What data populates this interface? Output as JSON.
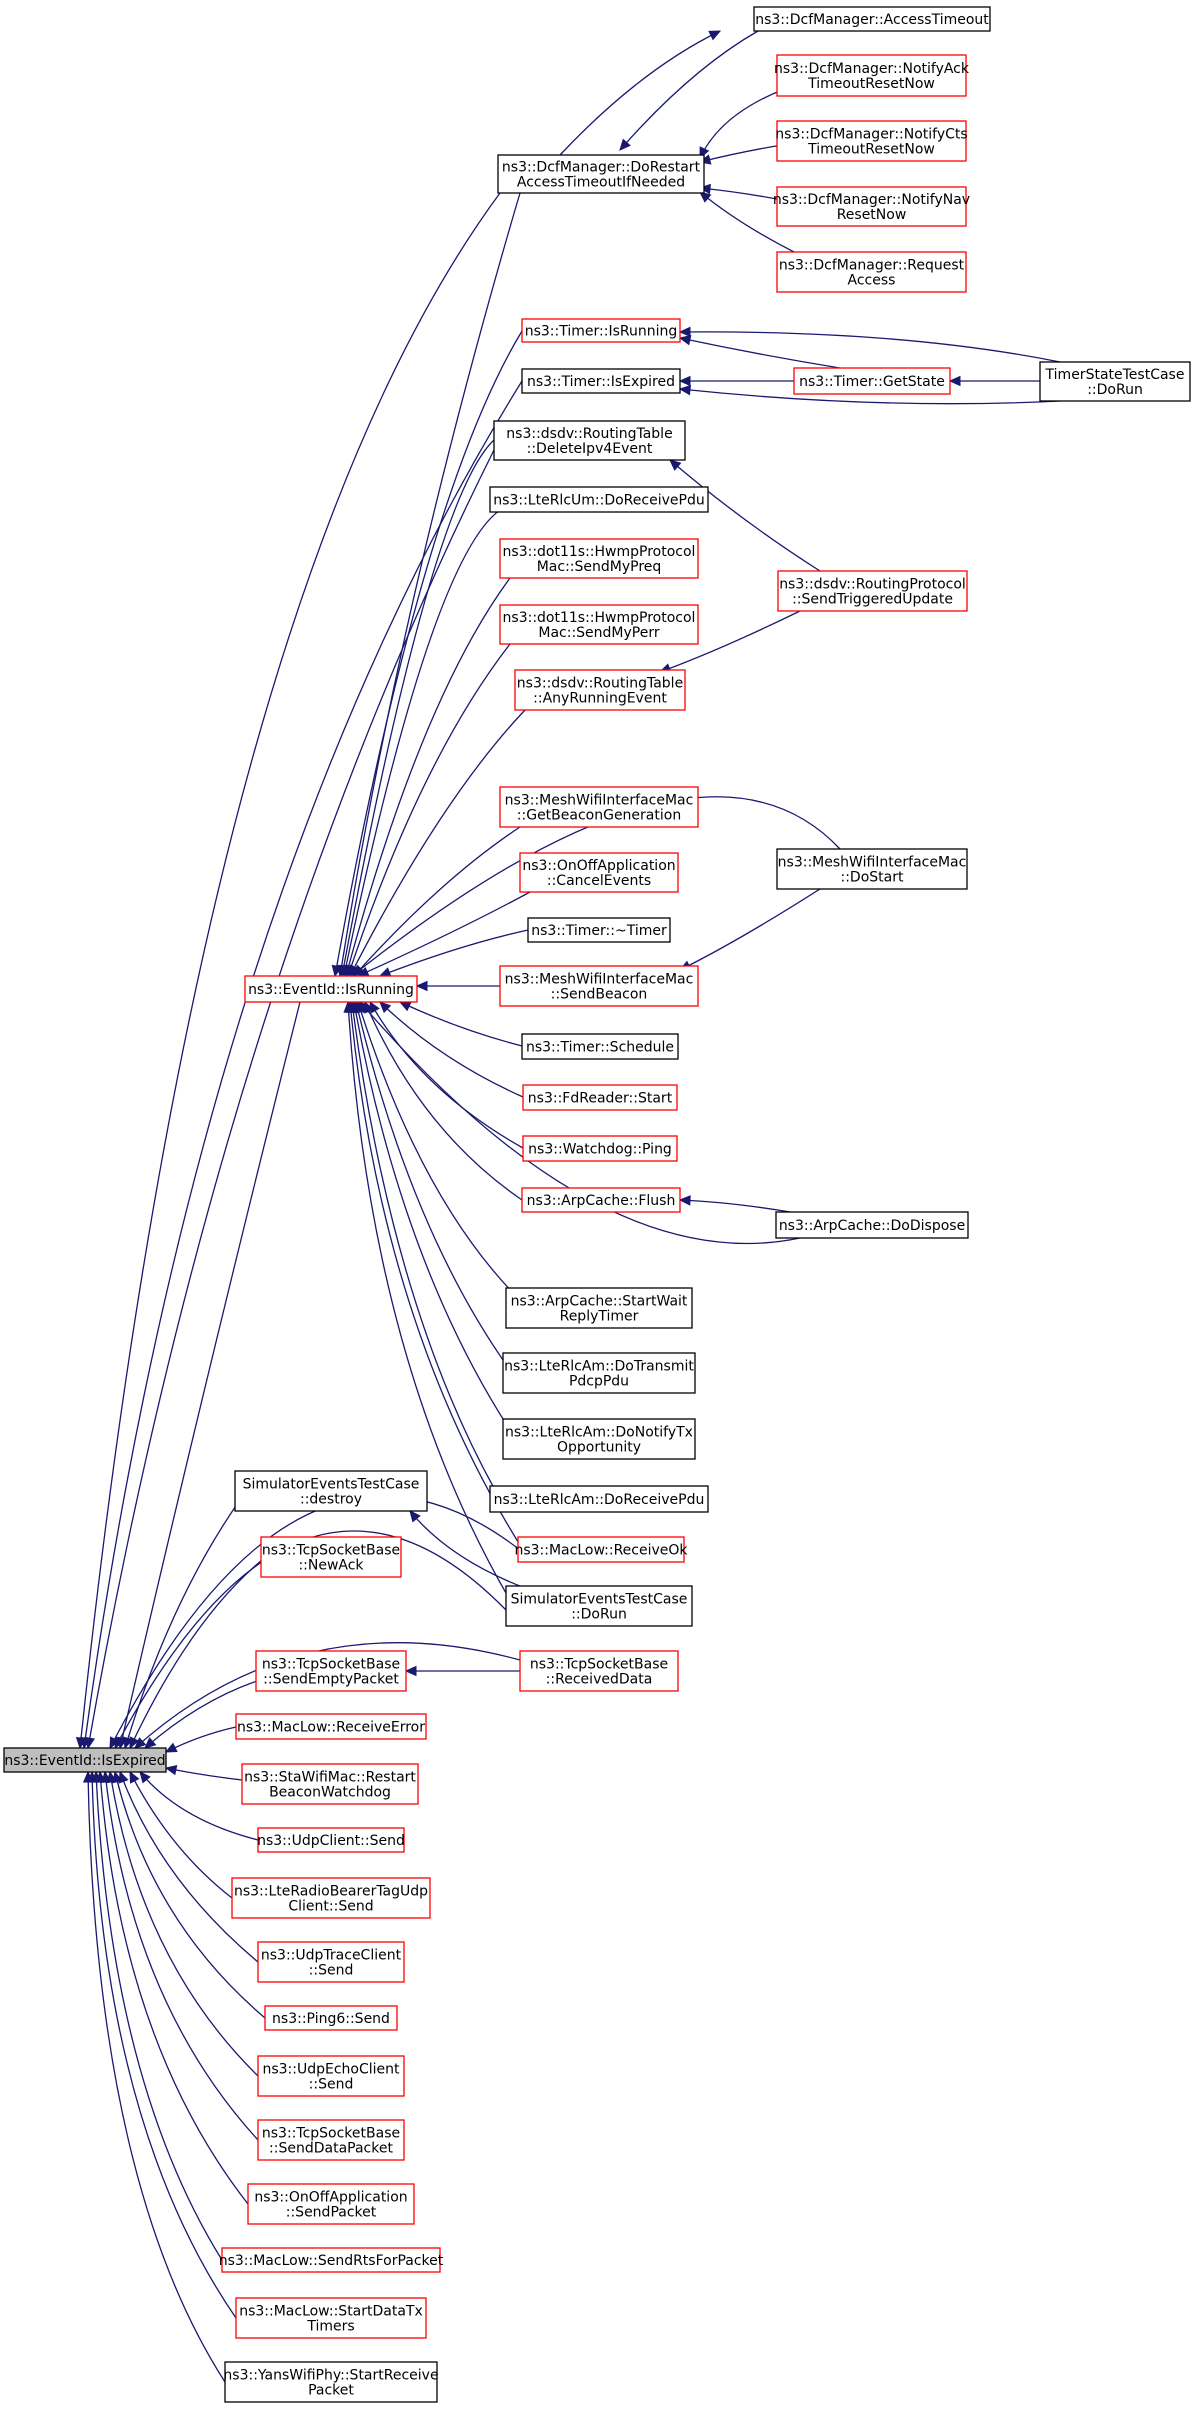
{
  "colors": {
    "background": "#ffffff",
    "edge": "#191970",
    "node_border_black": "#000000",
    "node_border_red": "#ff0000",
    "node_fill_selected": "#bfbfbf",
    "text": "#000000"
  },
  "nodes": [
    {
      "id": "root",
      "lines": [
        "ns3::EventId::IsExpired"
      ],
      "style": "selected"
    },
    {
      "id": "running",
      "lines": [
        "ns3::EventId::IsRunning"
      ],
      "style": "red"
    },
    {
      "id": "dcf_restart",
      "lines": [
        "ns3::DcfManager::DoRestart",
        "AccessTimeoutIfNeeded"
      ],
      "style": "black"
    },
    {
      "id": "dcf_timeout",
      "lines": [
        "ns3::DcfManager::AccessTimeout"
      ],
      "style": "black"
    },
    {
      "id": "dcf_ack",
      "lines": [
        "ns3::DcfManager::NotifyAck",
        "TimeoutResetNow"
      ],
      "style": "red"
    },
    {
      "id": "dcf_cts",
      "lines": [
        "ns3::DcfManager::NotifyCts",
        "TimeoutResetNow"
      ],
      "style": "red"
    },
    {
      "id": "dcf_nav",
      "lines": [
        "ns3::DcfManager::NotifyNav",
        "ResetNow"
      ],
      "style": "red"
    },
    {
      "id": "dcf_req",
      "lines": [
        "ns3::DcfManager::Request",
        "Access"
      ],
      "style": "red"
    },
    {
      "id": "timer_isrunning",
      "lines": [
        "ns3::Timer::IsRunning"
      ],
      "style": "red"
    },
    {
      "id": "timer_isexpired",
      "lines": [
        "ns3::Timer::IsExpired"
      ],
      "style": "black"
    },
    {
      "id": "timer_getstate",
      "lines": [
        "ns3::Timer::GetState"
      ],
      "style": "red"
    },
    {
      "id": "timerstate_dorun",
      "lines": [
        "TimerStateTestCase",
        "::DoRun"
      ],
      "style": "black"
    },
    {
      "id": "dsdv_delete",
      "lines": [
        "ns3::dsdv::RoutingTable",
        "::DeleteIpv4Event"
      ],
      "style": "black"
    },
    {
      "id": "ltercum_recv",
      "lines": [
        "ns3::LteRlcUm::DoReceivePdu"
      ],
      "style": "black"
    },
    {
      "id": "hwmp_preq",
      "lines": [
        "ns3::dot11s::HwmpProtocol",
        "Mac::SendMyPreq"
      ],
      "style": "red"
    },
    {
      "id": "hwmp_perr",
      "lines": [
        "ns3::dot11s::HwmpProtocol",
        "Mac::SendMyPerr"
      ],
      "style": "red"
    },
    {
      "id": "dsdv_trig",
      "lines": [
        "ns3::dsdv::RoutingProtocol",
        "::SendTriggeredUpdate"
      ],
      "style": "red"
    },
    {
      "id": "dsdv_any",
      "lines": [
        "ns3::dsdv::RoutingTable",
        "::AnyRunningEvent"
      ],
      "style": "red"
    },
    {
      "id": "mesh_beacongen",
      "lines": [
        "ns3::MeshWifiInterfaceMac",
        "::GetBeaconGeneration"
      ],
      "style": "red"
    },
    {
      "id": "onoff_cancel",
      "lines": [
        "ns3::OnOffApplication",
        "::CancelEvents"
      ],
      "style": "red"
    },
    {
      "id": "mesh_dostart",
      "lines": [
        "ns3::MeshWifiInterfaceMac",
        "::DoStart"
      ],
      "style": "black"
    },
    {
      "id": "timer_dtor",
      "lines": [
        "ns3::Timer::~Timer"
      ],
      "style": "black"
    },
    {
      "id": "mesh_sendbeacon",
      "lines": [
        "ns3::MeshWifiInterfaceMac",
        "::SendBeacon"
      ],
      "style": "red"
    },
    {
      "id": "timer_schedule",
      "lines": [
        "ns3::Timer::Schedule"
      ],
      "style": "black"
    },
    {
      "id": "fdreader_start",
      "lines": [
        "ns3::FdReader::Start"
      ],
      "style": "red"
    },
    {
      "id": "watchdog_ping",
      "lines": [
        "ns3::Watchdog::Ping"
      ],
      "style": "red"
    },
    {
      "id": "arp_flush",
      "lines": [
        "ns3::ArpCache::Flush"
      ],
      "style": "red"
    },
    {
      "id": "arp_dispose",
      "lines": [
        "ns3::ArpCache::DoDispose"
      ],
      "style": "black"
    },
    {
      "id": "arp_startwait",
      "lines": [
        "ns3::ArpCache::StartWait",
        "ReplyTimer"
      ],
      "style": "black"
    },
    {
      "id": "lteam_transmit",
      "lines": [
        "ns3::LteRlcAm::DoTransmit",
        "PdcpPdu"
      ],
      "style": "black"
    },
    {
      "id": "lteam_notify",
      "lines": [
        "ns3::LteRlcAm::DoNotifyTx",
        "Opportunity"
      ],
      "style": "black"
    },
    {
      "id": "lteam_recv",
      "lines": [
        "ns3::LteRlcAm::DoReceivePdu"
      ],
      "style": "black"
    },
    {
      "id": "sim_destroy",
      "lines": [
        "SimulatorEventsTestCase",
        "::destroy"
      ],
      "style": "black"
    },
    {
      "id": "maclow_recvok",
      "lines": [
        "ns3::MacLow::ReceiveOk"
      ],
      "style": "red"
    },
    {
      "id": "tcp_newack",
      "lines": [
        "ns3::TcpSocketBase",
        "::NewAck"
      ],
      "style": "red"
    },
    {
      "id": "sim_dorun",
      "lines": [
        "SimulatorEventsTestCase",
        "::DoRun"
      ],
      "style": "black"
    },
    {
      "id": "tcp_sendempty",
      "lines": [
        "ns3::TcpSocketBase",
        "::SendEmptyPacket"
      ],
      "style": "red"
    },
    {
      "id": "tcp_recvdata",
      "lines": [
        "ns3::TcpSocketBase",
        "::ReceivedData"
      ],
      "style": "red"
    },
    {
      "id": "maclow_recverr",
      "lines": [
        "ns3::MacLow::ReceiveError"
      ],
      "style": "red"
    },
    {
      "id": "sta_restart",
      "lines": [
        "ns3::StaWifiMac::Restart",
        "BeaconWatchdog"
      ],
      "style": "red"
    },
    {
      "id": "udpclient_send",
      "lines": [
        "ns3::UdpClient::Send"
      ],
      "style": "red"
    },
    {
      "id": "lteradio_send",
      "lines": [
        "ns3::LteRadioBearerTagUdp",
        "Client::Send"
      ],
      "style": "red"
    },
    {
      "id": "udptrace_send",
      "lines": [
        "ns3::UdpTraceClient",
        "::Send"
      ],
      "style": "red"
    },
    {
      "id": "ping6_send",
      "lines": [
        "ns3::Ping6::Send"
      ],
      "style": "red"
    },
    {
      "id": "udpecho_send",
      "lines": [
        "ns3::UdpEchoClient",
        "::Send"
      ],
      "style": "red"
    },
    {
      "id": "tcp_senddata",
      "lines": [
        "ns3::TcpSocketBase",
        "::SendDataPacket"
      ],
      "style": "red"
    },
    {
      "id": "onoff_sendpacket",
      "lines": [
        "ns3::OnOffApplication",
        "::SendPacket"
      ],
      "style": "red"
    },
    {
      "id": "maclow_sendrts",
      "lines": [
        "ns3::MacLow::SendRtsForPacket"
      ],
      "style": "red"
    },
    {
      "id": "maclow_startdata",
      "lines": [
        "ns3::MacLow::StartDataTx",
        "Timers"
      ],
      "style": "red"
    },
    {
      "id": "yans_startrecv",
      "lines": [
        "ns3::YansWifiPhy::StartReceive",
        "Packet"
      ],
      "style": "black"
    }
  ]
}
